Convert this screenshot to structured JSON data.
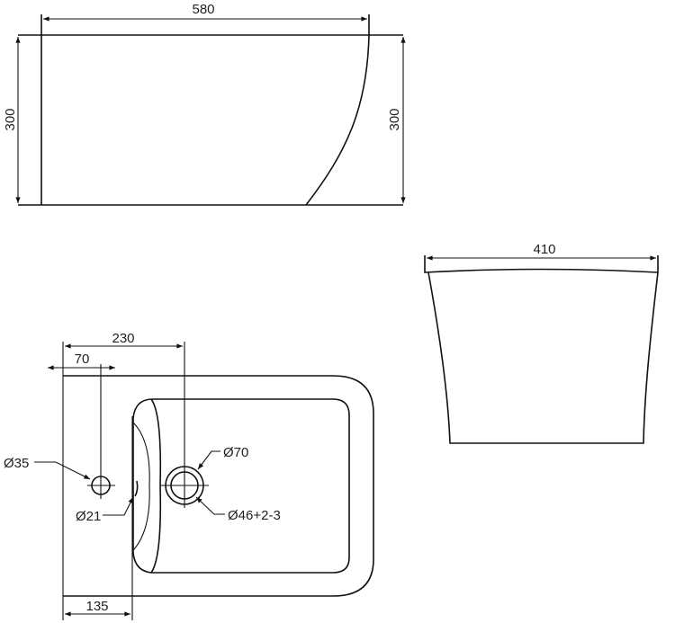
{
  "side_view": {
    "width_label": "580",
    "height_left_label": "300",
    "height_right_label": "300"
  },
  "front_view": {
    "width_label": "410"
  },
  "top_view": {
    "dim_230": "230",
    "dim_70": "70",
    "dim_135": "135",
    "hole_35": "Ø35",
    "hole_70": "Ø70",
    "hole_21": "Ø21",
    "hole_46": "Ø46+2-3"
  },
  "colors": {
    "line": "#111111",
    "background": "#ffffff"
  }
}
